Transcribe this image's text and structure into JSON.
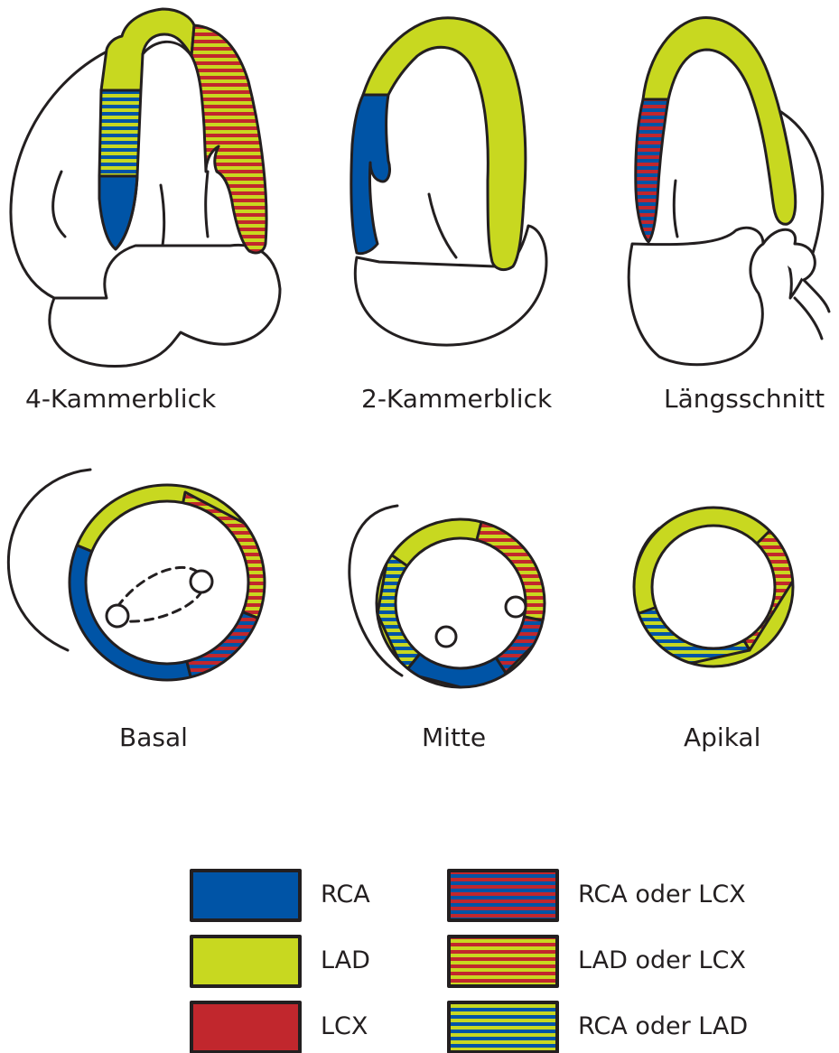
{
  "views": {
    "four_chamber": "4-Kammerblick",
    "two_chamber": "2-Kammerblick",
    "long_axis": "Längsschnitt",
    "basal": "Basal",
    "mid": "Mitte",
    "apical": "Apikal"
  },
  "legend": {
    "rca": "RCA",
    "lad": "LAD",
    "lcx": "LCX",
    "rca_or_lcx": "RCA oder LCX",
    "lad_or_lcx": "LAD oder LCX",
    "rca_or_lad": "RCA oder LAD"
  },
  "colors": {
    "rca": "#0054a6",
    "lad": "#c8d820",
    "lcx": "#c1272d",
    "outline": "#231f20"
  }
}
